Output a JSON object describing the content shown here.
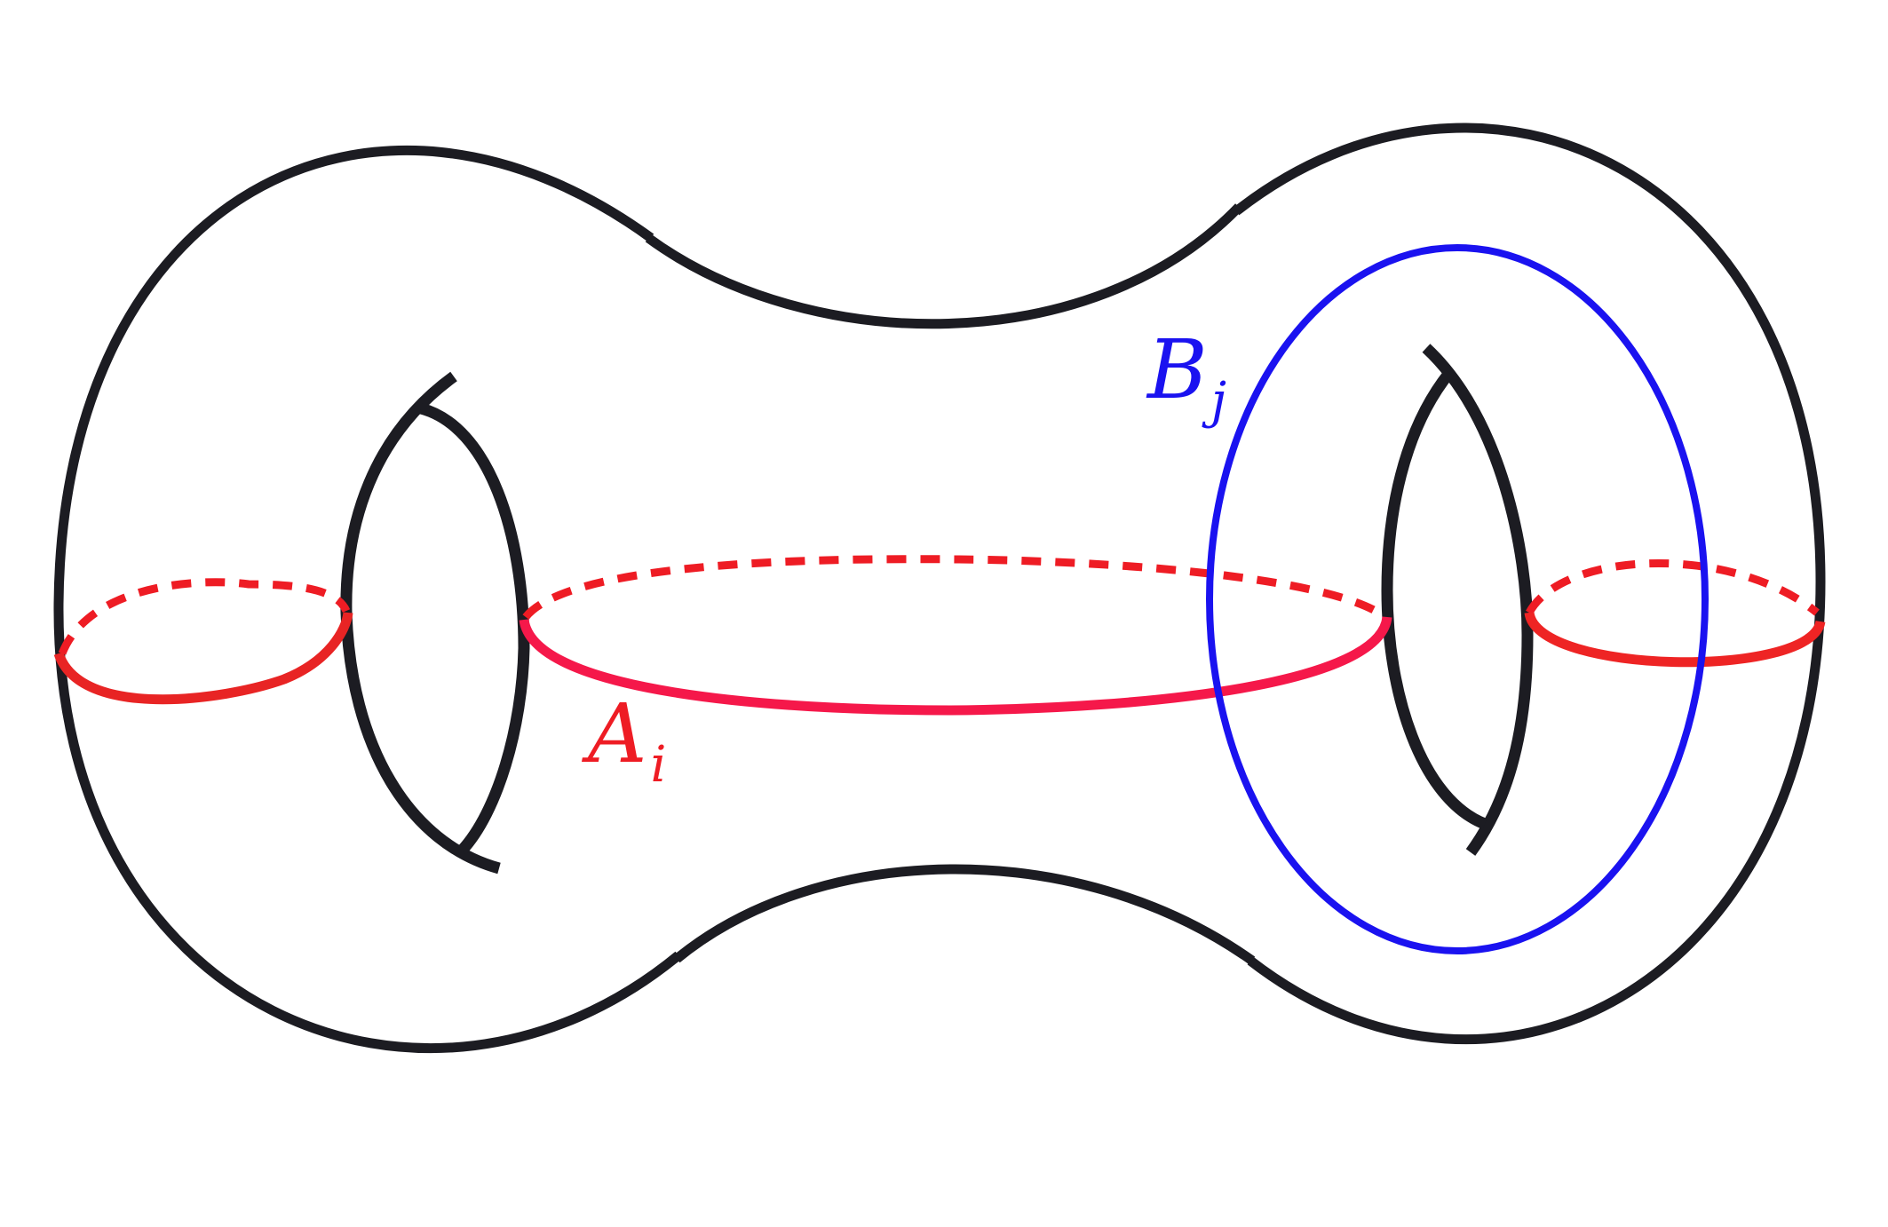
{
  "labels": {
    "a_cycle": {
      "base": "A",
      "sub": "i"
    },
    "b_cycle": {
      "base": "B",
      "sub": "j"
    }
  },
  "colors": {
    "outline": "#1c1c22",
    "a_cycle": "#ee1c24",
    "a_cycle_middle": "#f5184a",
    "b_cycle": "#1a12f0"
  }
}
